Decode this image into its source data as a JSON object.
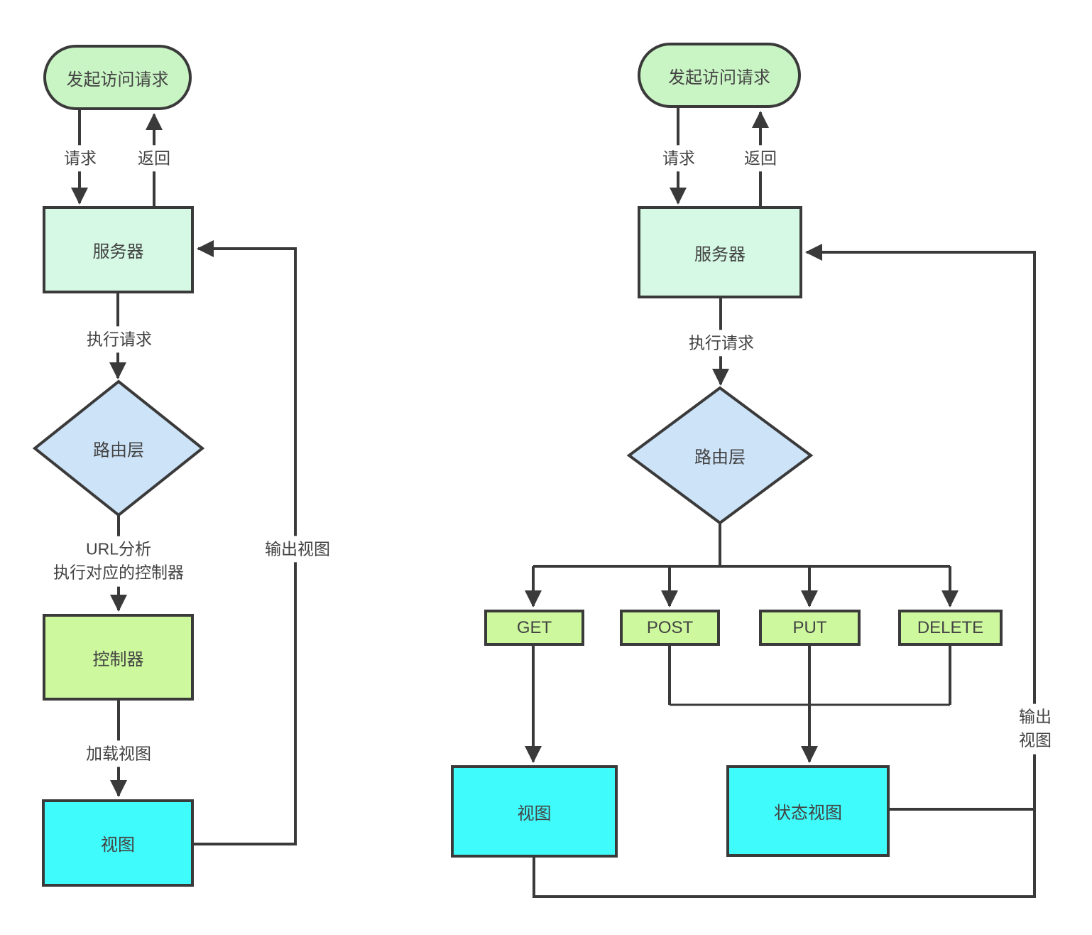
{
  "colors": {
    "stroke": "#3a3a3a",
    "text": "#434343",
    "start_fill": "#c9f5c4",
    "server_fill": "#d5f9e4",
    "router_fill": "#cde3f8",
    "method_fill": "#cdf89e",
    "view_fill": "#40fbfb"
  },
  "left_flow": {
    "start": "发起访问请求",
    "server": "服务器",
    "router": "路由层",
    "controller": "控制器",
    "view": "视图",
    "labels": {
      "request": "请求",
      "return": "返回",
      "execute": "执行请求",
      "url_analysis": "URL分析\n执行对应的控制器",
      "load_view": "加载视图",
      "output_view": "输出视图"
    }
  },
  "right_flow": {
    "start": "发起访问请求",
    "server": "服务器",
    "router": "路由层",
    "methods": [
      "GET",
      "POST",
      "PUT",
      "DELETE"
    ],
    "view": "视图",
    "status_view": "状态视图",
    "labels": {
      "request": "请求",
      "return": "返回",
      "execute": "执行请求",
      "output_view": "输出视图"
    }
  }
}
